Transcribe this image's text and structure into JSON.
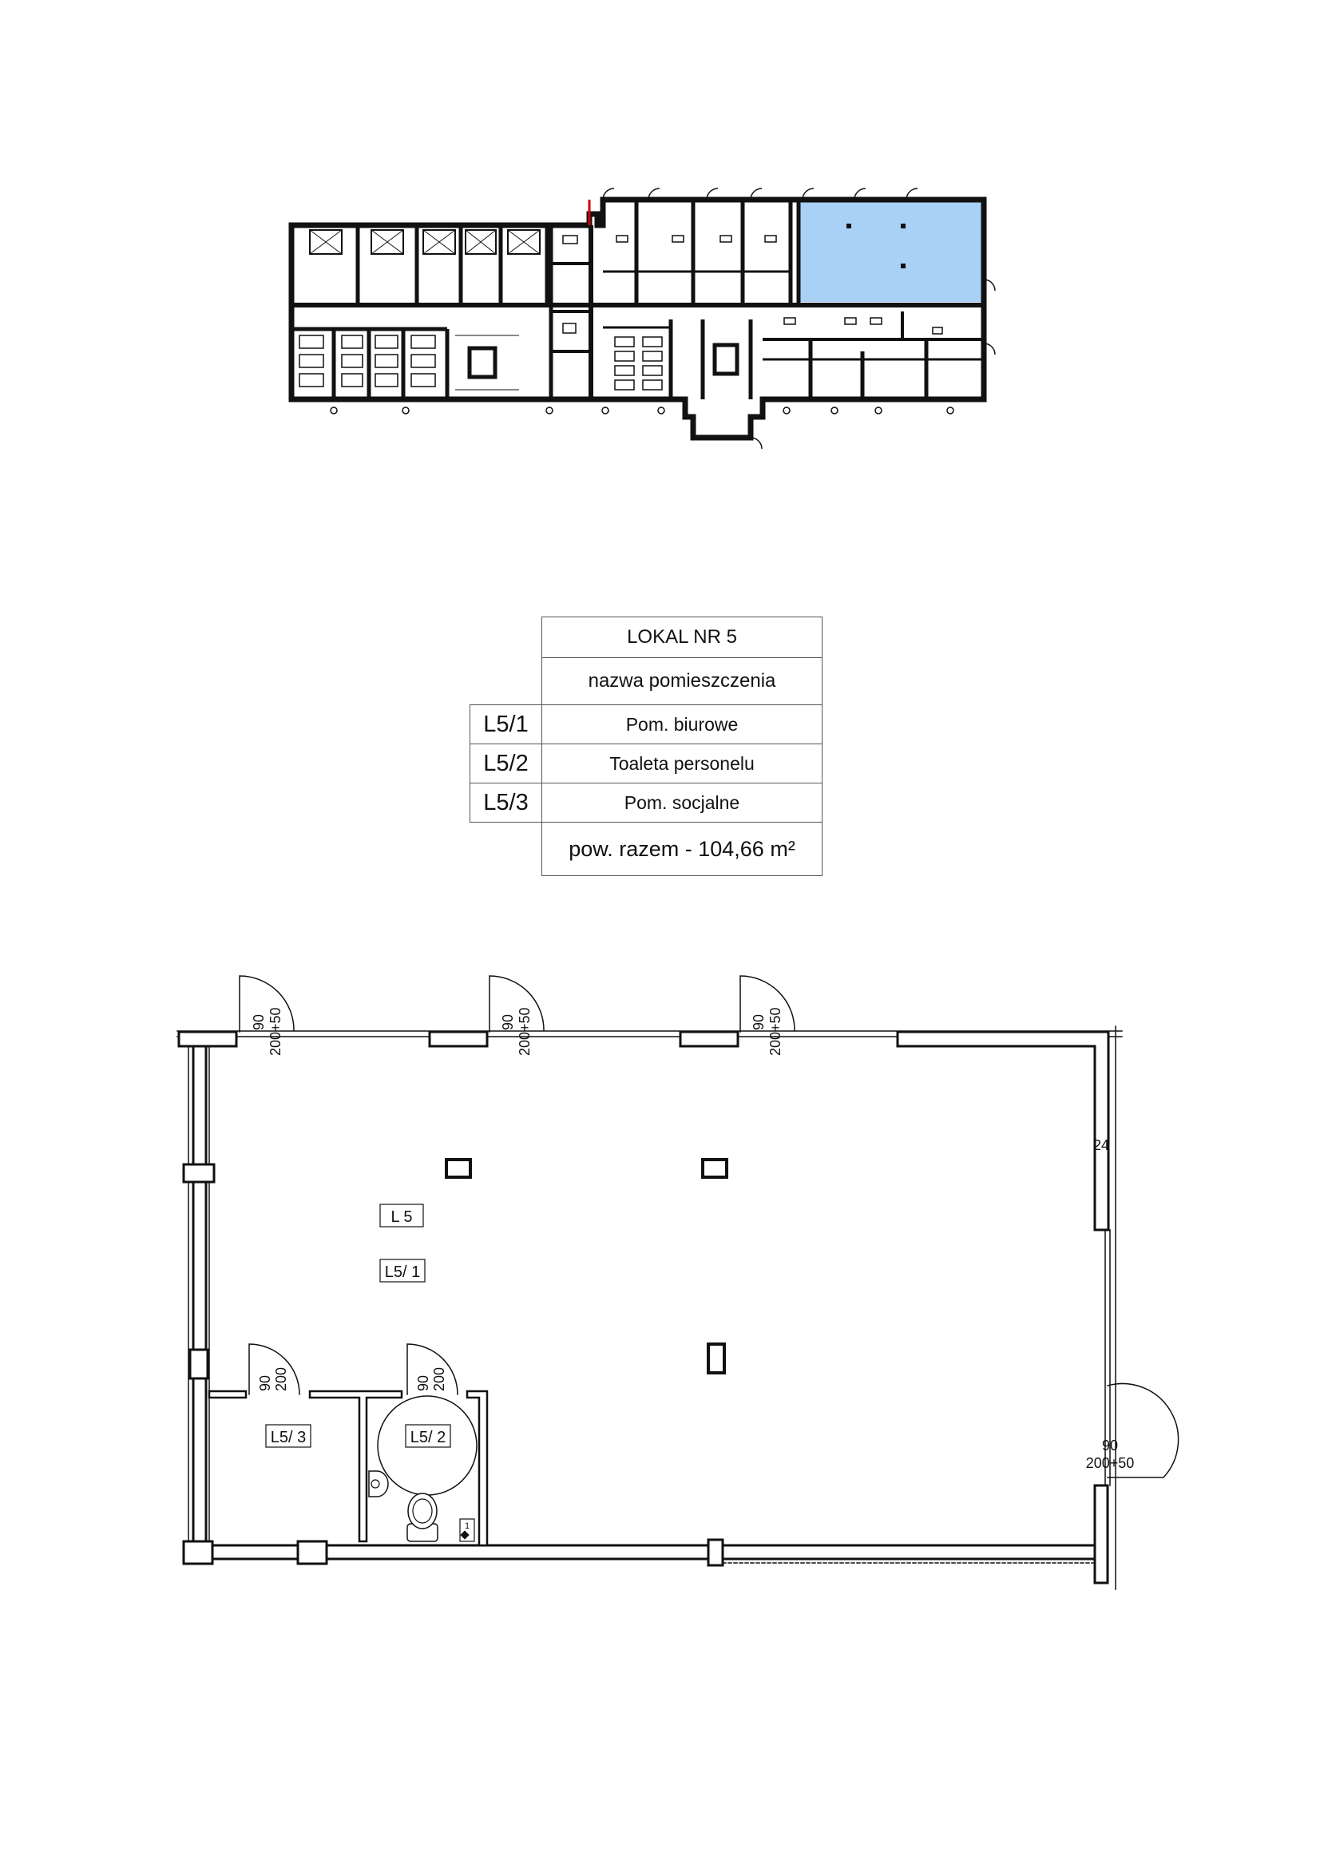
{
  "overview": {
    "highlight_color": "#a9d0f5"
  },
  "legend": {
    "title": "LOKAL NR 5",
    "column_header": "nazwa pomieszczenia",
    "rooms": [
      {
        "code": "L5/1",
        "name": "Pom. biurowe"
      },
      {
        "code": "L5/2",
        "name": "Toaleta personelu"
      },
      {
        "code": "L5/3",
        "name": "Pom. socjalne"
      }
    ],
    "total": "pow. razem - 104,66 m²"
  },
  "plan": {
    "unit_label": "L 5",
    "room_labels": {
      "l5_1": "L5/ 1",
      "l5_2": "L5/ 2",
      "l5_3": "L5/ 3"
    },
    "doors": {
      "top_1": {
        "width": "90",
        "height": "200+50"
      },
      "top_2": {
        "width": "90",
        "height": "200+50"
      },
      "top_3": {
        "width": "90",
        "height": "200+50"
      },
      "l5_3": {
        "width": "90",
        "height": "200"
      },
      "l5_2": {
        "width": "90",
        "height": "200"
      },
      "right": {
        "width": "90",
        "height": "200+50"
      }
    },
    "wall_dim": "24",
    "fixture_tag": "1"
  }
}
